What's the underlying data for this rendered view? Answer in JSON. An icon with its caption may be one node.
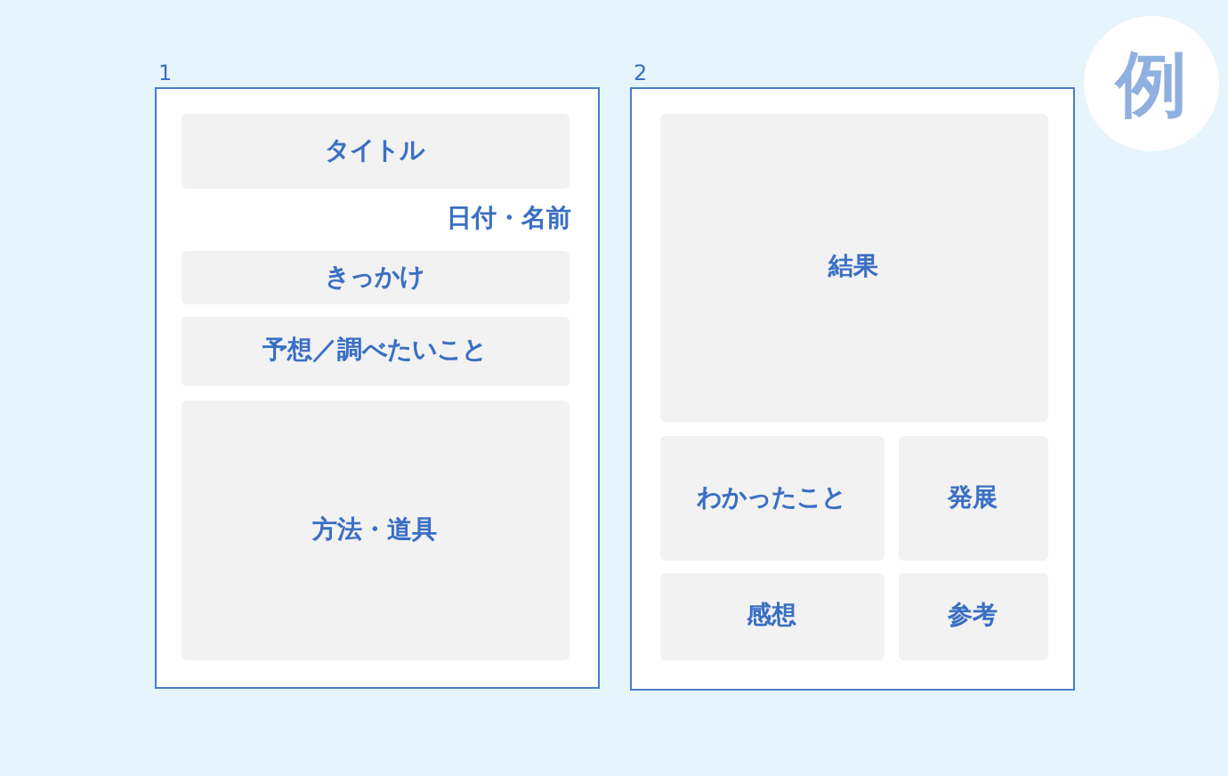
{
  "diagram": {
    "nodes": [
      {
        "text": [
          "日付・名前"
        ],
        "beside": [
          "1"
        ]
      },
      {
        "text": [
          "タイトル"
        ],
        "in": 0
      },
      {
        "text": [
          "きっかけ"
        ],
        "in": 0
      },
      {
        "text": [
          "予想／調べたいこと"
        ],
        "in": 0
      },
      {
        "text": [
          "方法・道具"
        ],
        "in": 0
      },
      {
        "text": [],
        "shape": "box",
        "beside": [
          "2"
        ]
      },
      {
        "text": [
          "結果"
        ],
        "in": 5
      },
      {
        "text": [
          "わかったこと"
        ],
        "in": 5
      },
      {
        "text": [
          "発展"
        ],
        "in": 5
      },
      {
        "text": [
          "感想"
        ],
        "in": 5
      },
      {
        "text": [
          "参考"
        ],
        "in": 5
      },
      {
        "text": [
          "例"
        ]
      }
    ],
    "edges": []
  }
}
